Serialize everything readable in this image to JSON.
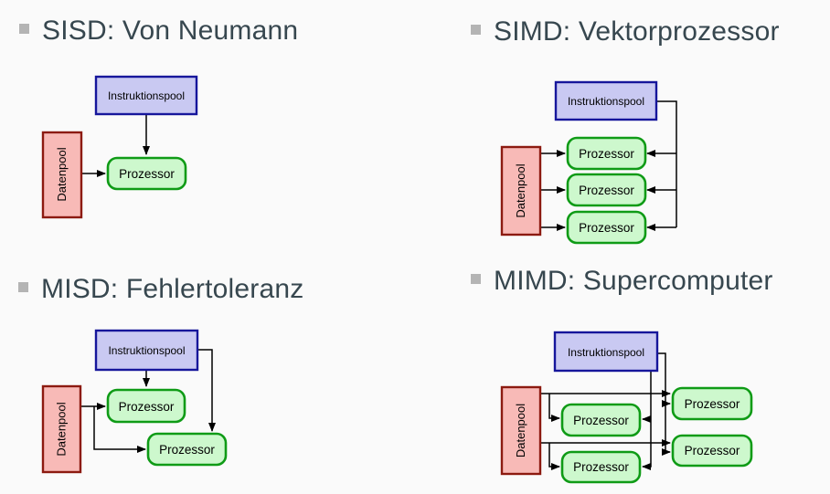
{
  "slide_title_rows": "Flynn taxonomy quadrants",
  "style": {
    "background": "#fafafa",
    "bullet_color": "#b4b4b4",
    "heading_color": "#37474f",
    "instruction_fill": "#c9c9f2",
    "instruction_border": "#16169b",
    "data_fill": "#f8bab7",
    "data_border": "#8c1a10",
    "processor_fill": "#cdf8cd",
    "processor_border": "#0f9b16",
    "line_color": "#000000"
  },
  "labels": {
    "instruction_pool": "Instruktionspool",
    "data_pool": "Datenpool",
    "processor": "Prozessor"
  },
  "sections": [
    {
      "id": "sisd",
      "title": "SISD: Von Neumann",
      "diagram": {
        "processors": 1,
        "edges": [
          "Instruktionspool -> Prozessor (down)",
          "Datenpool -> Prozessor (right)"
        ]
      }
    },
    {
      "id": "simd",
      "title": "SIMD: Vektorprozessor",
      "diagram": {
        "processors": 3,
        "edges": [
          "Instruktionspool -> right rail -> each Prozessor (from right)",
          "Datenpool -> each Prozessor (from left)"
        ]
      }
    },
    {
      "id": "misd",
      "title": "MISD: Fehlertoleranz",
      "diagram": {
        "processors": 2,
        "edges": [
          "Instruktionspool -> Prozessor 1 (down)",
          "Instruktionspool -> Prozessor 2 (right rail, down into top)",
          "Datenpool -> Prozessor 1 (right)",
          "Datenpool -> Prozessor 2 (branch down then right)"
        ]
      }
    },
    {
      "id": "mimd",
      "title": "MIMD: Supercomputer",
      "diagram": {
        "processors": 4,
        "edges": [
          "Instruktionspool -> left Prozessor 1 and 2 (vertical rail, from right)",
          "Instruktionspool -> right Prozessor 1 and 2 (vertical rail, from left)",
          "Datenpool -> right Prozessor 1 and 2 (long horizontal lines)",
          "Datenpool -> left Prozessor 1 and 2 (branch down then right)"
        ]
      }
    }
  ]
}
